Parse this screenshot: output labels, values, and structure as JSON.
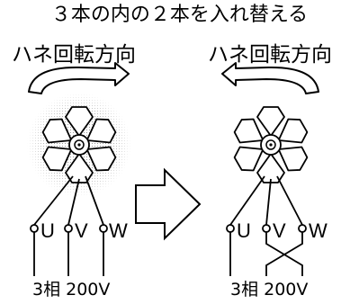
{
  "title": "３本の内の２本を入れ替える",
  "left_panel": {
    "rotation_label": "ハネ回転方向",
    "terminals": [
      "U",
      "V",
      "W"
    ],
    "power_label": "3相 200V"
  },
  "right_panel": {
    "rotation_label": "ハネ回転方向",
    "terminals": [
      "U",
      "V",
      "W"
    ],
    "power_label": "3相 200V"
  },
  "colors": {
    "stroke": "#000000",
    "background": "#ffffff",
    "stipple": "#9a9a9a"
  },
  "icons": {
    "left_arrow": "curved-arrow-clockwise",
    "right_arrow": "curved-arrow-counterclockwise",
    "center_arrow": "right-block-arrow"
  }
}
